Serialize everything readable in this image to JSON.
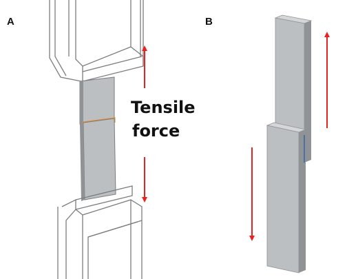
{
  "panels": {
    "a": {
      "label": "A",
      "annotation_line1": "Tensile",
      "annotation_line2": "force"
    },
    "b": {
      "label": "B"
    }
  },
  "colors": {
    "arrow": "#e8231f",
    "adhesive": "#e98b2e",
    "specimen": "#bcbfc2",
    "specimen_side": "#8f9396",
    "fixture_line": "#7a7d80",
    "bond_line": "#3f66a6"
  }
}
